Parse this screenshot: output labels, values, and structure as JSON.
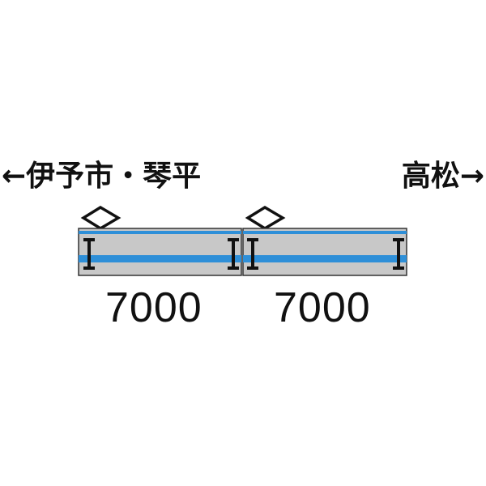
{
  "direction": {
    "left_label": "←伊予市・琴平",
    "right_label": "高松→"
  },
  "cars": [
    {
      "number": "7000"
    },
    {
      "number": "7000"
    }
  ],
  "colors": {
    "body": "#c8c8c8",
    "stripe": "#2e8fd8",
    "outline": "#333333",
    "pantograph": "#111111",
    "text": "#111111"
  },
  "icons": [
    "pantograph-icon",
    "door-marker-icon"
  ]
}
